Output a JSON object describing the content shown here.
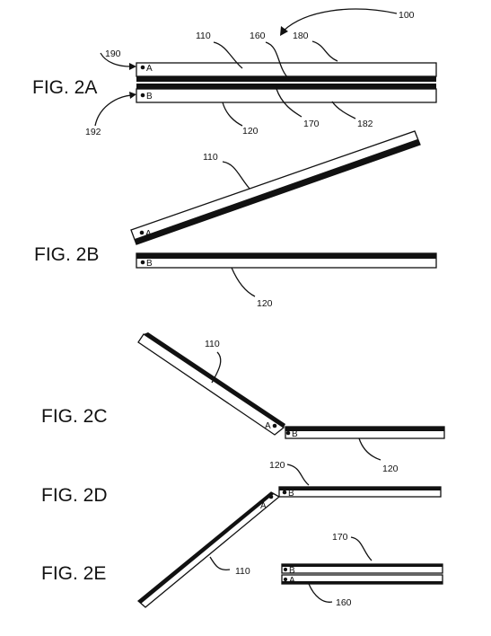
{
  "figures": {
    "a": {
      "label": "FIG. 2A",
      "refs": {
        "device": "100",
        "panel_top": "110",
        "hinge_layer": "160",
        "top_surface": "180",
        "panel_bottom": "120",
        "bottom_layer": "170",
        "bottom_surface": "182",
        "point_a_ref": "190",
        "point_b_ref": "192"
      },
      "points": {
        "a": "A",
        "b": "B"
      }
    },
    "b": {
      "label": "FIG. 2B",
      "refs": {
        "panel_top": "110",
        "panel_bottom": "120"
      },
      "points": {
        "a": "A",
        "b": "B"
      }
    },
    "c": {
      "label": "FIG. 2C",
      "refs": {
        "panel_top": "110",
        "panel_bottom": "120"
      },
      "points": {
        "a": "A",
        "b": "B"
      }
    },
    "d": {
      "label": "FIG. 2D",
      "refs": {
        "panel_bottom": "120"
      },
      "points": {
        "a": "A",
        "b": "B"
      }
    },
    "e": {
      "label": "FIG. 2E",
      "refs": {
        "panel_top": "110",
        "bottom_layer": "170",
        "hinge_layer": "160"
      },
      "points": {
        "a": "A",
        "b": "B"
      }
    }
  }
}
